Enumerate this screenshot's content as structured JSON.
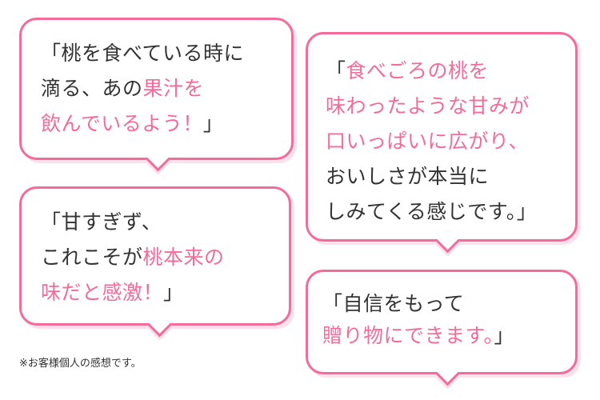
{
  "testimonials": [
    {
      "lines": [
        [
          {
            "text": "「桃を食べている時に",
            "accent": false
          }
        ],
        [
          {
            "text": "滴る、あの",
            "accent": false
          },
          {
            "text": "果汁を",
            "accent": true
          }
        ],
        [
          {
            "text": "飲んでいるよう！",
            "accent": true
          },
          {
            "text": "」",
            "accent": false
          }
        ]
      ]
    },
    {
      "lines": [
        [
          {
            "text": "「甘すぎず、",
            "accent": false
          }
        ],
        [
          {
            "text": "これこそが",
            "accent": false
          },
          {
            "text": "桃本来の",
            "accent": true
          }
        ],
        [
          {
            "text": "味だと感激！",
            "accent": true
          },
          {
            "text": "」",
            "accent": false
          }
        ]
      ]
    },
    {
      "lines": [
        [
          {
            "text": "「",
            "accent": false
          },
          {
            "text": "食べごろの桃を",
            "accent": true
          }
        ],
        [
          {
            "text": "味わったような甘みが",
            "accent": true
          }
        ],
        [
          {
            "text": "口いっぱいに広がり、",
            "accent": true
          }
        ],
        [
          {
            "text": "おいしさが本当に",
            "accent": false
          }
        ],
        [
          {
            "text": "しみてくる感じです。」",
            "accent": false
          }
        ]
      ]
    },
    {
      "lines": [
        [
          {
            "text": "「自信をもって",
            "accent": false
          }
        ],
        [
          {
            "text": "贈り物にできます。",
            "accent": true
          },
          {
            "text": "」",
            "accent": false
          }
        ]
      ]
    }
  ],
  "footnote": "※お客様個人の感想です。",
  "colors": {
    "accent": "#f56b97",
    "text": "#333333",
    "shadow": "#fde0ea"
  }
}
